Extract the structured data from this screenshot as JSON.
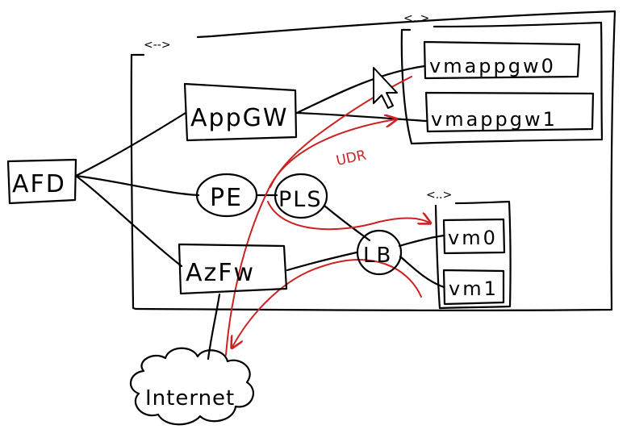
{
  "diagram": {
    "colors": {
      "ink": "#000000",
      "route": "#cc2222",
      "background": "#ffffff"
    },
    "groups": {
      "main": {
        "label": "<-->"
      },
      "appgw_vms": {
        "label": "<..>"
      },
      "backend_vms": {
        "label": "<..>"
      }
    },
    "nodes": {
      "afd": "AFD",
      "appgw": "AppGW",
      "pe": "PE",
      "pls": "PLS",
      "azfw": "AzFw",
      "lb": "LB",
      "vmappgw0": "vmappgw0",
      "vmappgw1": "vmappgw1",
      "vm0": "vm0",
      "vm1": "vm1",
      "internet": "Internet"
    },
    "annotations": {
      "udr": "UDR"
    },
    "icons": [
      "mouse-cursor-icon",
      "cloud-icon"
    ]
  }
}
